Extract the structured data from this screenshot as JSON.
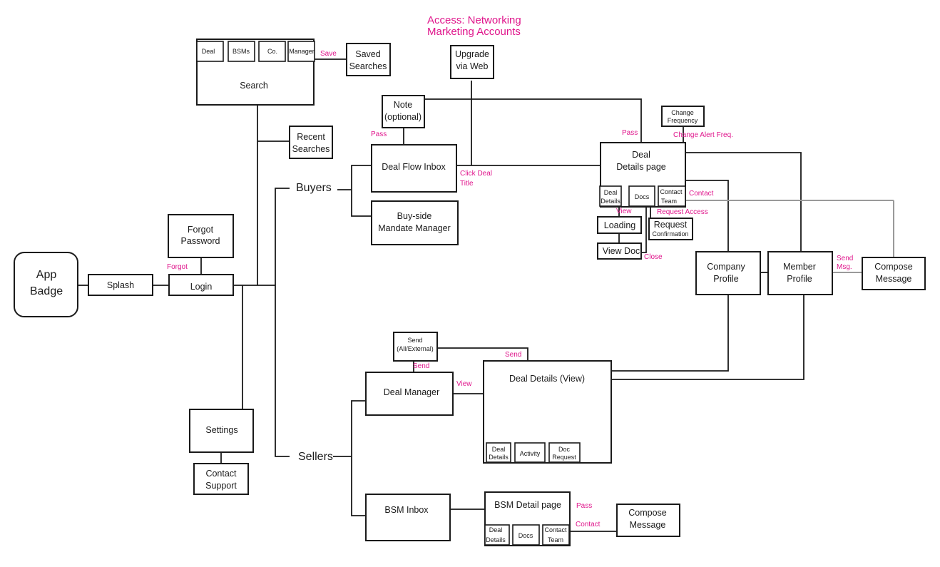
{
  "nodes": {
    "app_badge": [
      "App",
      "Badge"
    ],
    "splash": "Splash",
    "login": "Login",
    "forgot_password": [
      "Forgot",
      "Password"
    ],
    "search": "Search",
    "search_tabs": [
      "Deal",
      "BSMs",
      "Co.",
      "Manager"
    ],
    "saved_searches": [
      "Saved",
      "Searches"
    ],
    "recent_searches": [
      "Recent",
      "Searches"
    ],
    "buyers": "Buyers",
    "sellers": "Sellers",
    "settings": "Settings",
    "contact_support": [
      "Contact",
      "Support"
    ],
    "note": [
      "Note",
      "(optional)"
    ],
    "deal_flow_inbox": "Deal Flow Inbox",
    "buyside_mandate_manager": [
      "Buy-side",
      "Mandate Manager"
    ],
    "upgrade_via_web": [
      "Upgrade",
      "via Web"
    ],
    "change_frequency": [
      "Change",
      "Frequency"
    ],
    "deal_details_page": [
      "Deal",
      "Details page"
    ],
    "deal_details_page_tabs": {
      "deal_details": [
        "Deal",
        "Details"
      ],
      "docs": "Docs",
      "contact_team": [
        "Contact",
        "Team"
      ]
    },
    "loading": "Loading",
    "view_doc": "View Doc",
    "request_confirmation": [
      "Request",
      "Confirmation"
    ],
    "company_profile": [
      "Company",
      "Profile"
    ],
    "member_profile": [
      "Member",
      "Profile"
    ],
    "compose_message_top": [
      "Compose",
      "Message"
    ],
    "send_all_external": [
      "Send",
      "(All/External)"
    ],
    "deal_manager": "Deal Manager",
    "deal_details_view": "Deal Details (View)",
    "deal_details_view_tabs": {
      "deal_details": [
        "Deal",
        "Details"
      ],
      "activity": "Activity",
      "doc_request": [
        "Doc",
        "Request"
      ]
    },
    "bsm_inbox": "BSM Inbox",
    "bsm_detail_page": "BSM Detail page",
    "bsm_detail_tabs": {
      "deal_details": [
        "Deal",
        "Details"
      ],
      "docs": "Docs",
      "contact_team": [
        "Contact",
        "Team"
      ]
    },
    "compose_message_bottom": [
      "Compose",
      "Message"
    ]
  },
  "annotations": {
    "access_header": [
      "Access: Networking",
      "Marketing Accounts"
    ],
    "save": "Save",
    "forgot": "Forgot",
    "pass_note": "Pass",
    "pass_deal": "Pass",
    "click_deal_title": [
      "Click Deal",
      "Title"
    ],
    "change_alert_freq": "Change Alert Freq.",
    "contact": "Contact",
    "view": "View",
    "request_access": "Request Access",
    "close": "Close",
    "send_msg": [
      "Send",
      "Msg."
    ],
    "send_top": "Send",
    "send_left": "Send",
    "view_deal_manager": "View",
    "pass_bsm": "Pass",
    "contact_bsm": "Contact"
  },
  "colors": {
    "annotation": "#e0168c",
    "stroke": "#1a1a1a",
    "grey_connector": "#9a9a9a"
  }
}
